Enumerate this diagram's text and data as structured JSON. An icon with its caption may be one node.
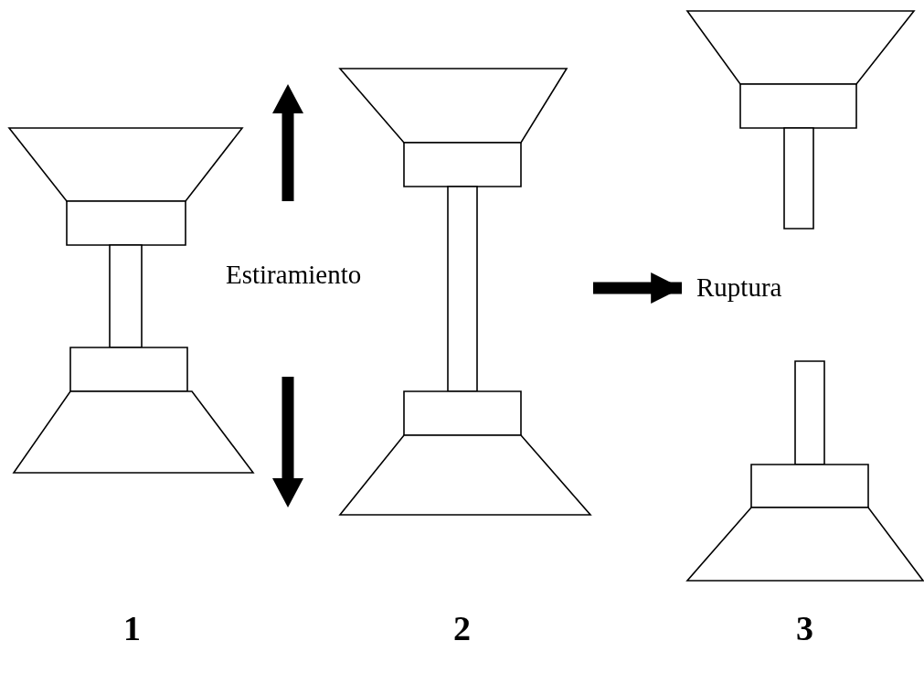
{
  "diagram": {
    "nodes": [
      {
        "text": [],
        "shape": "picture"
      },
      {
        "text": [],
        "shape": "picture"
      },
      {
        "text": [],
        "shape": "picture"
      }
    ],
    "edges": [
      {
        "from": 1,
        "to": 2,
        "arrow": "to"
      }
    ],
    "labels": [
      "Estiramiento",
      "Ruptura",
      "1",
      "2",
      "3"
    ]
  }
}
